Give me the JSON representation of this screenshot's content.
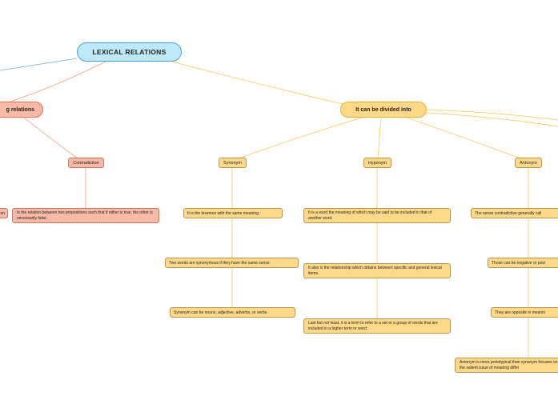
{
  "title": "LEXICAL RELATIONS",
  "branches": {
    "relations": "g relations",
    "divided": "It can be divided into"
  },
  "categories": {
    "contradiction": "Contradiction",
    "synonym": "Synonym",
    "hyponym": "Hyponym",
    "antonym": "Antonym"
  },
  "leaves": {
    "cut_left": "on",
    "contradiction_1": "Is the relation between two propositions such that if either is true, the other is necessarily false.",
    "synonym_1": "It is the lexemes with the same meaning.",
    "synonym_2": "Two words are synonymous if they have the same sense.",
    "synonym_3": "Synonym can be nouns, adjective, adverbs, or verbs.",
    "hyponym_1": "It is a word the meaning of which may be said to be included in that of another word.",
    "hyponym_2": "It also is the relationship which obtains between specific and general lexical items.",
    "hyponym_3": "Last but not least,  it is a term to refer to a set or a group of words that are included in a higher term or word.",
    "antonym_1": "The sense contradictive generally call",
    "antonym_2": "Those can be negative or posi",
    "antonym_3": "They are opposite in meanin",
    "antonym_4": "Antonym is more prototypical than synonym focuses on the salient issue of meaning differ"
  },
  "colors": {
    "root_fill": "#bde9fb",
    "root_border": "#4a9fd8",
    "yellow_fill": "#ffd98a",
    "yellow_line": "#f5c95a",
    "red_fill": "#f8b9a6",
    "red_line": "#f09a80",
    "blue_line": "#6fa8d8"
  }
}
